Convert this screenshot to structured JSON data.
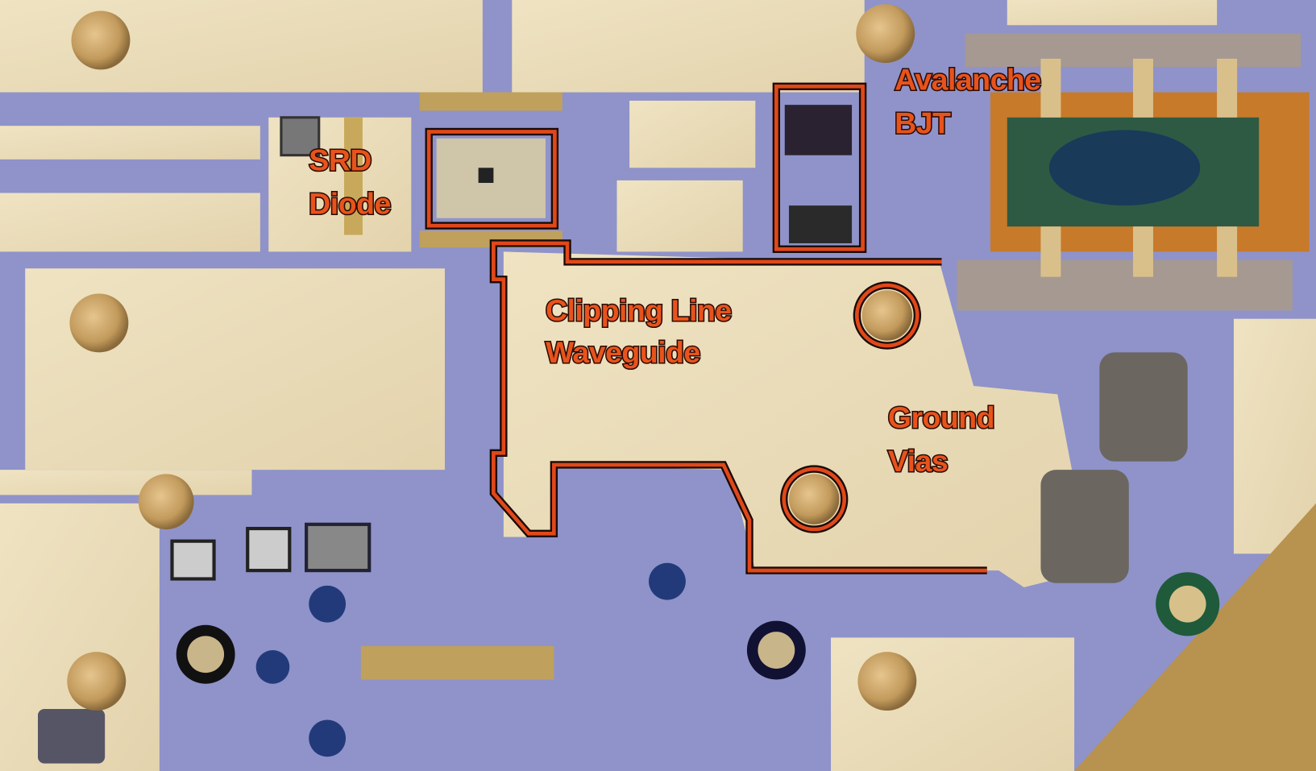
{
  "annotations": {
    "srd_diode": [
      "SRD",
      "Diode"
    ],
    "avalanche_bjt": [
      "Avalanche",
      "BJT"
    ],
    "clipping_line": [
      "Clipping Line",
      "Waveguide"
    ],
    "ground_vias": [
      "Ground",
      "Vias"
    ]
  },
  "colors": {
    "annotation": "#e0481a",
    "substrate": "#8f93c9",
    "metal": "#e9dcb8",
    "gold": "#c9a14f"
  }
}
